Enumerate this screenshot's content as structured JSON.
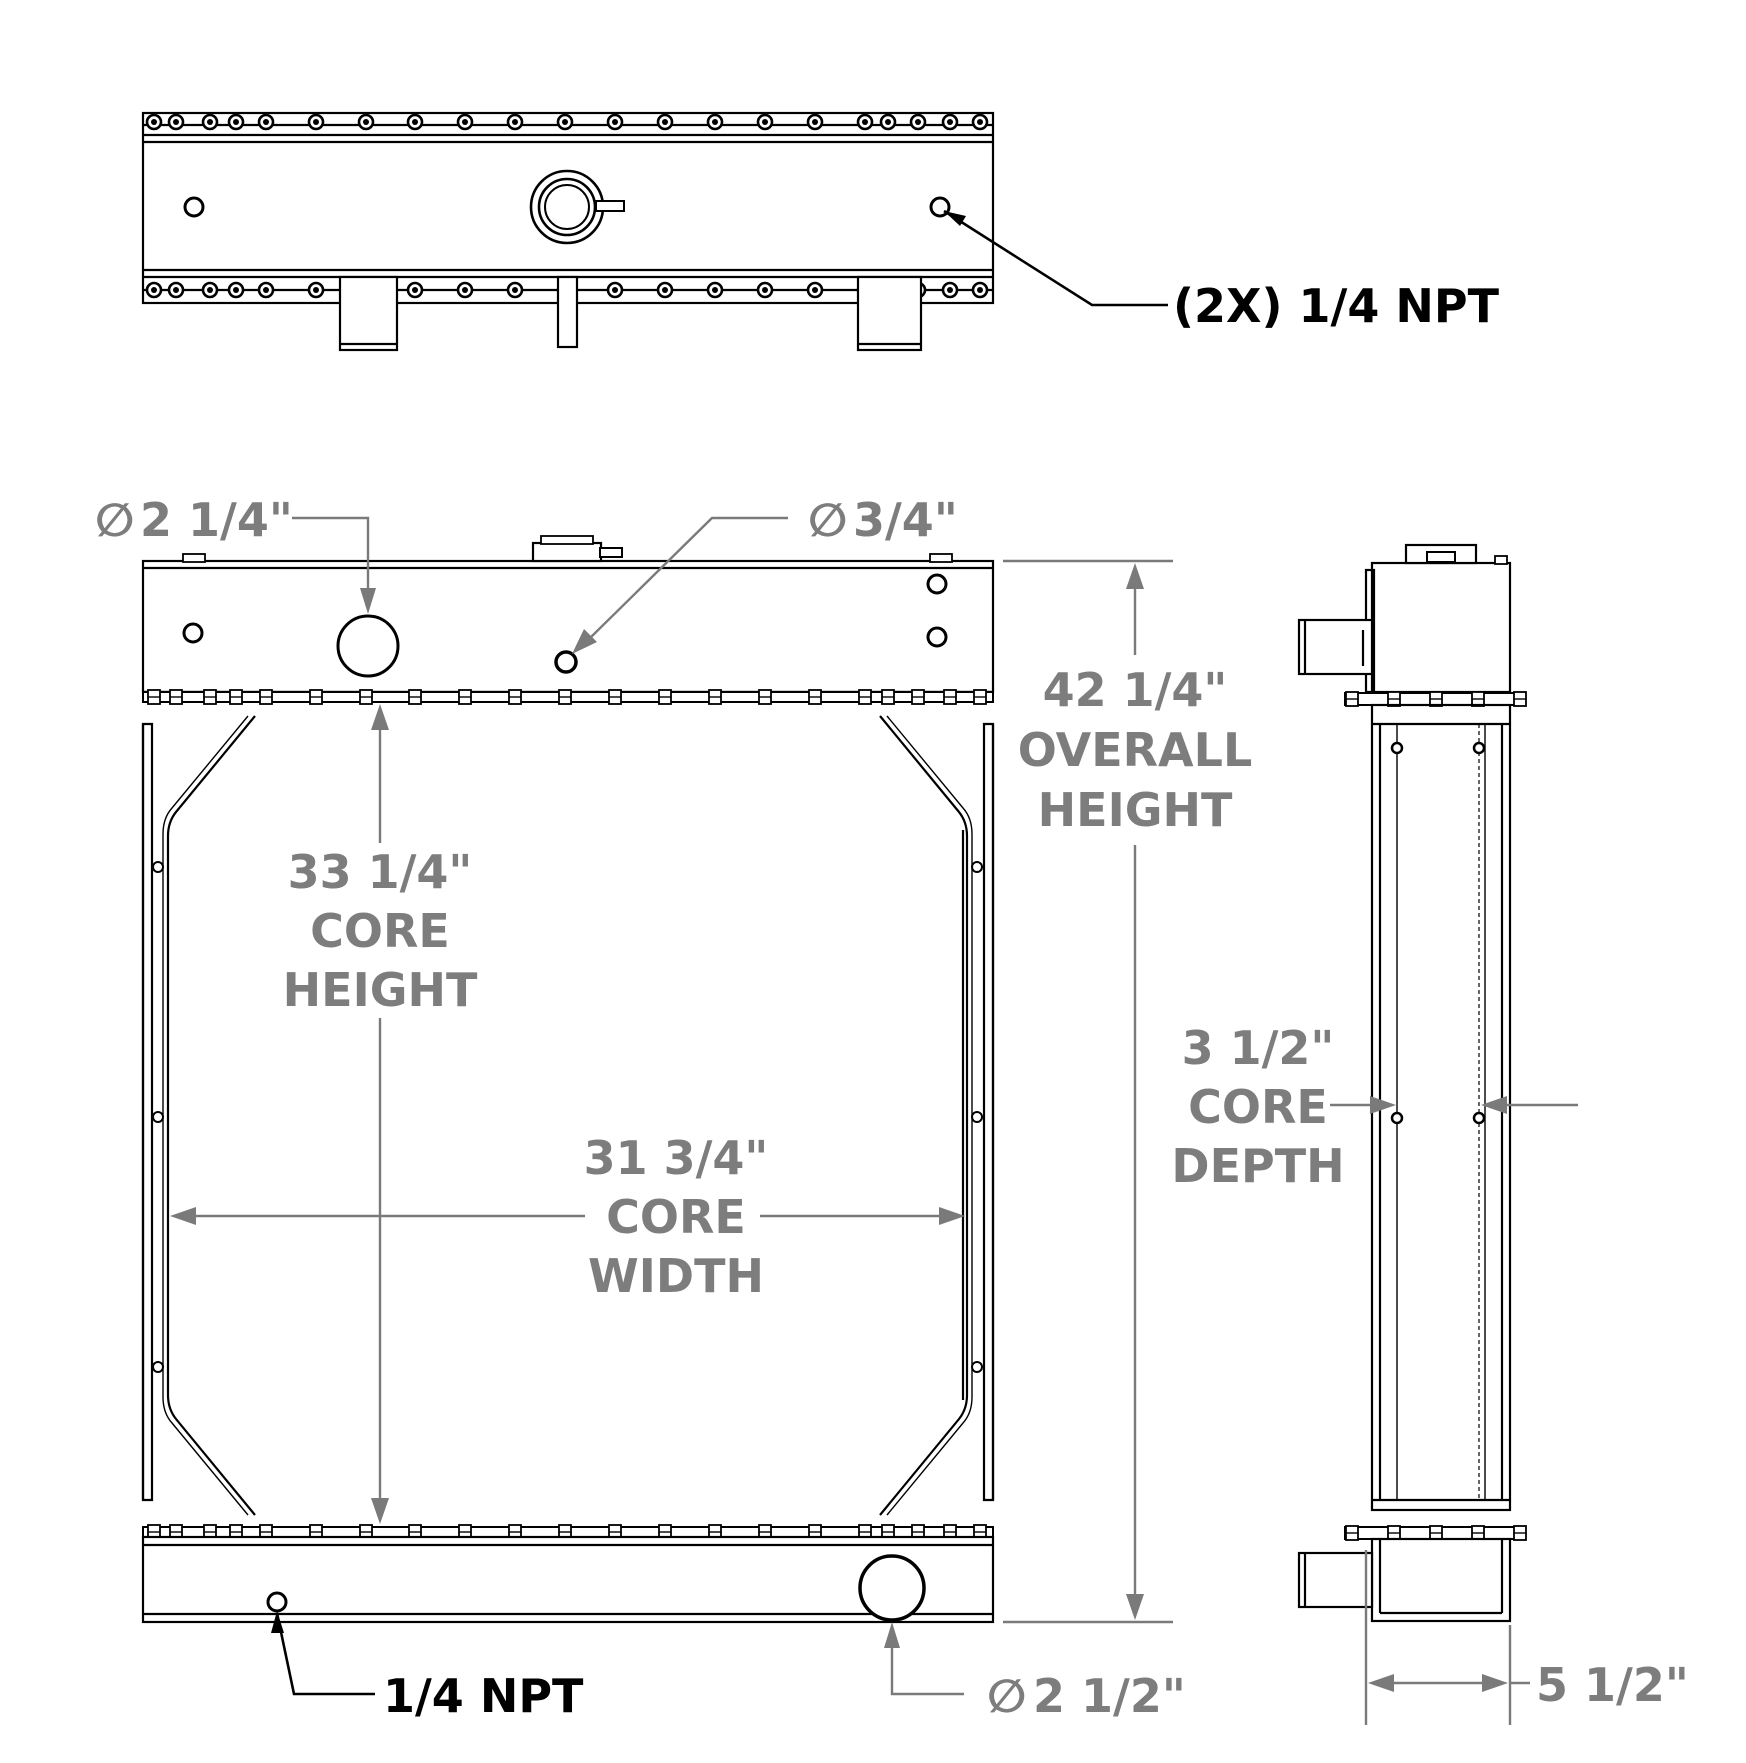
{
  "colors": {
    "line": "#000000",
    "dimension": "#7a7a7a",
    "dimension_text": "#7d7d7d",
    "background": "#ffffff"
  },
  "callouts": {
    "top_ports": "(2X) 1/4 NPT",
    "drain_port": "1/4 NPT"
  },
  "dimensions": {
    "inlet_diameter": {
      "symbol": "∅",
      "value": "2 1/4\""
    },
    "vent_diameter": {
      "symbol": "∅",
      "value": "3/4\""
    },
    "outlet_diameter": {
      "symbol": "∅",
      "value": "2 1/2\""
    },
    "overall_height": {
      "value": "42 1/4\"",
      "line1": "OVERALL",
      "line2": "HEIGHT"
    },
    "core_height": {
      "value": "33 1/4\"",
      "line1": "CORE",
      "line2": "HEIGHT"
    },
    "core_width": {
      "value": "31 3/4\"",
      "line1": "CORE",
      "line2": "WIDTH"
    },
    "core_depth": {
      "value": "3 1/2\"",
      "line1": "CORE",
      "line2": "DEPTH"
    },
    "overall_depth": {
      "value": "5 1/2\""
    }
  }
}
